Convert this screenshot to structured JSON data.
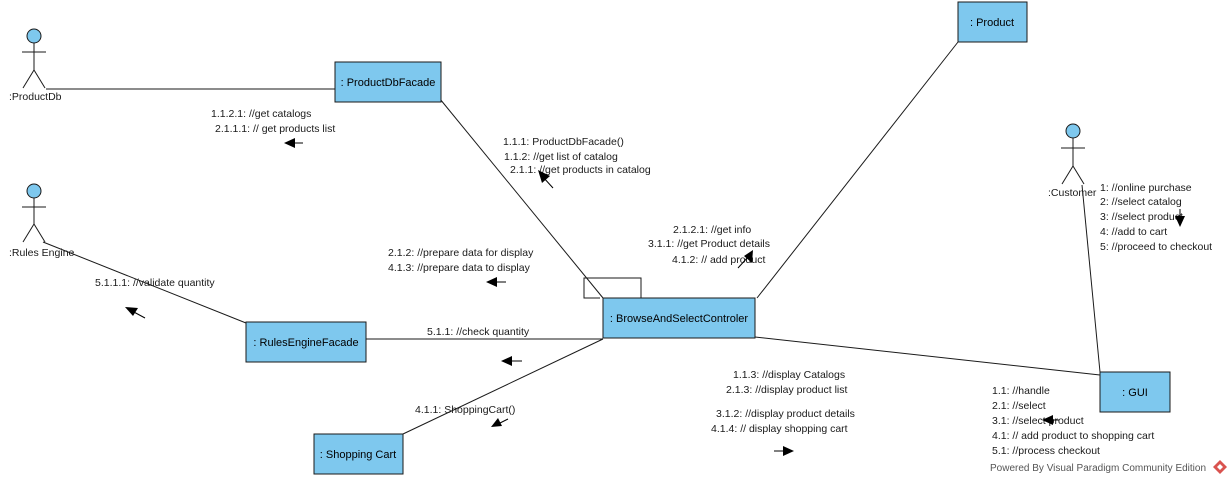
{
  "objects": {
    "product_db_facade": ": ProductDbFacade",
    "product": ": Product",
    "browse_controller": ": BrowseAndSelectControler",
    "rules_engine_facade": ": RulesEngineFacade",
    "shopping_cart": ": Shopping Cart",
    "gui": ": GUI"
  },
  "actors": {
    "product_db": ":ProductDb",
    "rules_engine": ":Rules Engine",
    "customer": ":Customer"
  },
  "messages": {
    "db": [
      "1.1.2.1: //get catalogs",
      "2.1.1.1: // get products list"
    ],
    "facade": [
      "1.1.1: ProductDbFacade()",
      "1.1.2: //get list of catalog",
      "2.1.1: //get products in catalog"
    ],
    "product": [
      "2.1.2.1: //get info",
      "3.1.1: //get Product details",
      "4.1.2: // add product"
    ],
    "prepare": [
      "2.1.2: //prepare data for display",
      "4.1.3: //prepare data to display"
    ],
    "validate": [
      "5.1.1.1: //validate quantity"
    ],
    "check": [
      "5.1.1: //check quantity"
    ],
    "cart": [
      "4.1.1: ShoppingCart()"
    ],
    "display_a": [
      "1.1.3: //display Catalogs",
      "2.1.3: //display product list"
    ],
    "display_b": [
      "3.1.2: //display product details",
      "4.1.4: // display shopping cart"
    ],
    "customer": [
      "1: //online purchase",
      "2: //select catalog",
      "3: //select product",
      "4: //add to cart",
      "5: //proceed to checkout"
    ],
    "gui": [
      "1.1: //handle",
      "2.1: //select",
      "3.1: //select product",
      "4.1: // add product to shopping cart",
      "5.1: //process checkout"
    ]
  },
  "footer": "Powered By  Visual Paradigm Community Edition",
  "colors": {
    "object_fill": "#7ec8ee",
    "line": "#1a1a1a",
    "logo": "#d9534f"
  }
}
